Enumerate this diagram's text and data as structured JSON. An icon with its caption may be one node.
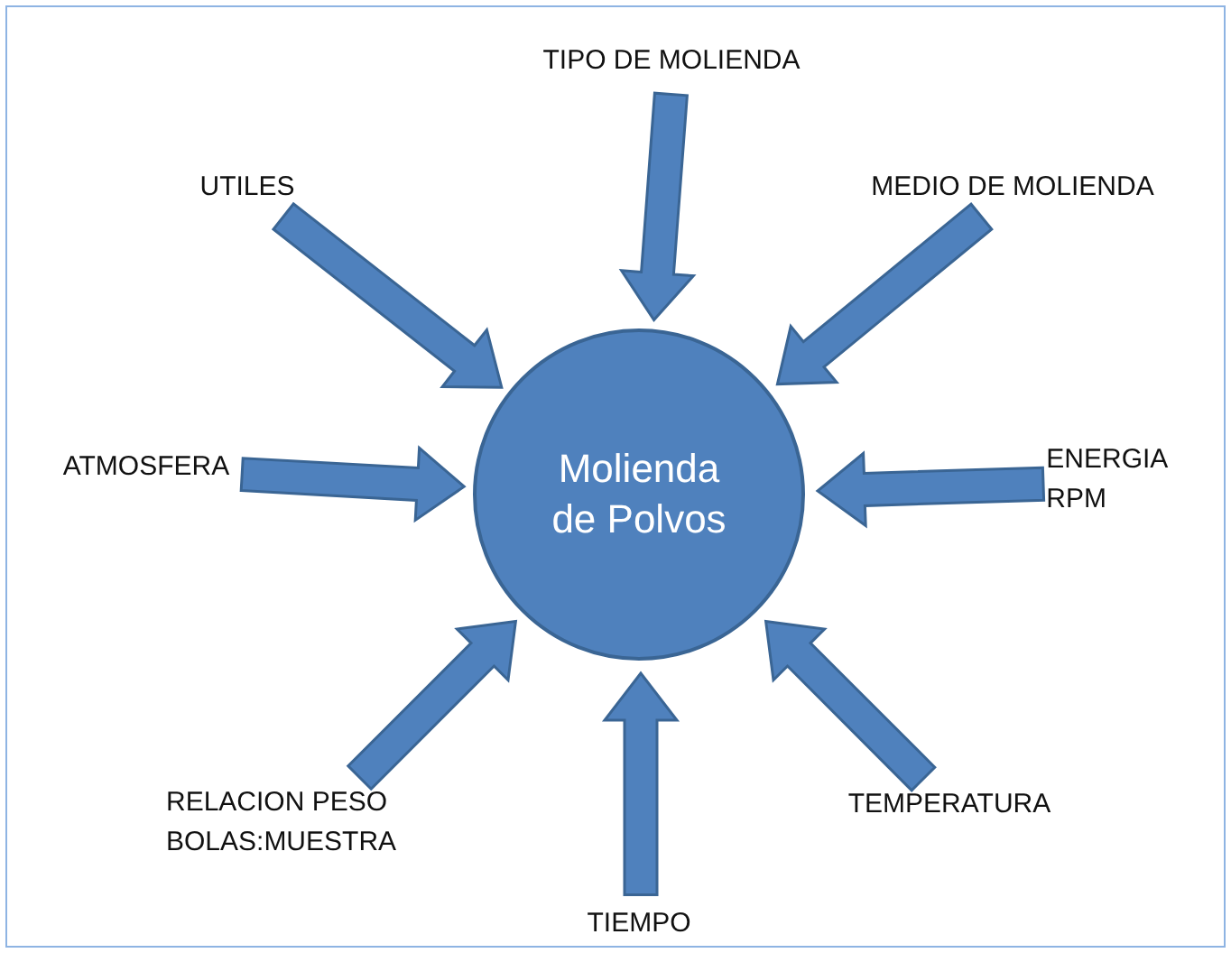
{
  "diagram": {
    "nodes": [
      {
        "text": [
          "Molienda de Polvos"
        ]
      },
      {
        "text": [
          "TIPO DE MOLIENDA"
        ]
      },
      {
        "text": [
          "UTILES"
        ]
      },
      {
        "text": [
          "MEDIO DE MOLIENDA"
        ]
      },
      {
        "text": [
          "ATMOSFERA"
        ]
      },
      {
        "text": [
          "ENERGIA RPM"
        ]
      },
      {
        "text": [
          "RELACION PESO BOLAS:MUESTRA"
        ]
      },
      {
        "text": [
          "TEMPERATURA"
        ]
      },
      {
        "text": [
          "TIEMPO"
        ]
      }
    ],
    "edges": [
      {
        "from": 1,
        "to": 0,
        "arrow": "to"
      },
      {
        "from": 2,
        "to": 0,
        "arrow": "to"
      },
      {
        "from": 3,
        "to": 0,
        "arrow": "to"
      },
      {
        "from": 4,
        "to": 0,
        "arrow": "to"
      },
      {
        "from": 5,
        "to": 0,
        "arrow": "to"
      },
      {
        "from": 6,
        "to": 0,
        "arrow": "to"
      },
      {
        "from": 7,
        "to": 0,
        "arrow": "to"
      },
      {
        "from": 8,
        "to": 0,
        "arrow": "to"
      }
    ]
  }
}
